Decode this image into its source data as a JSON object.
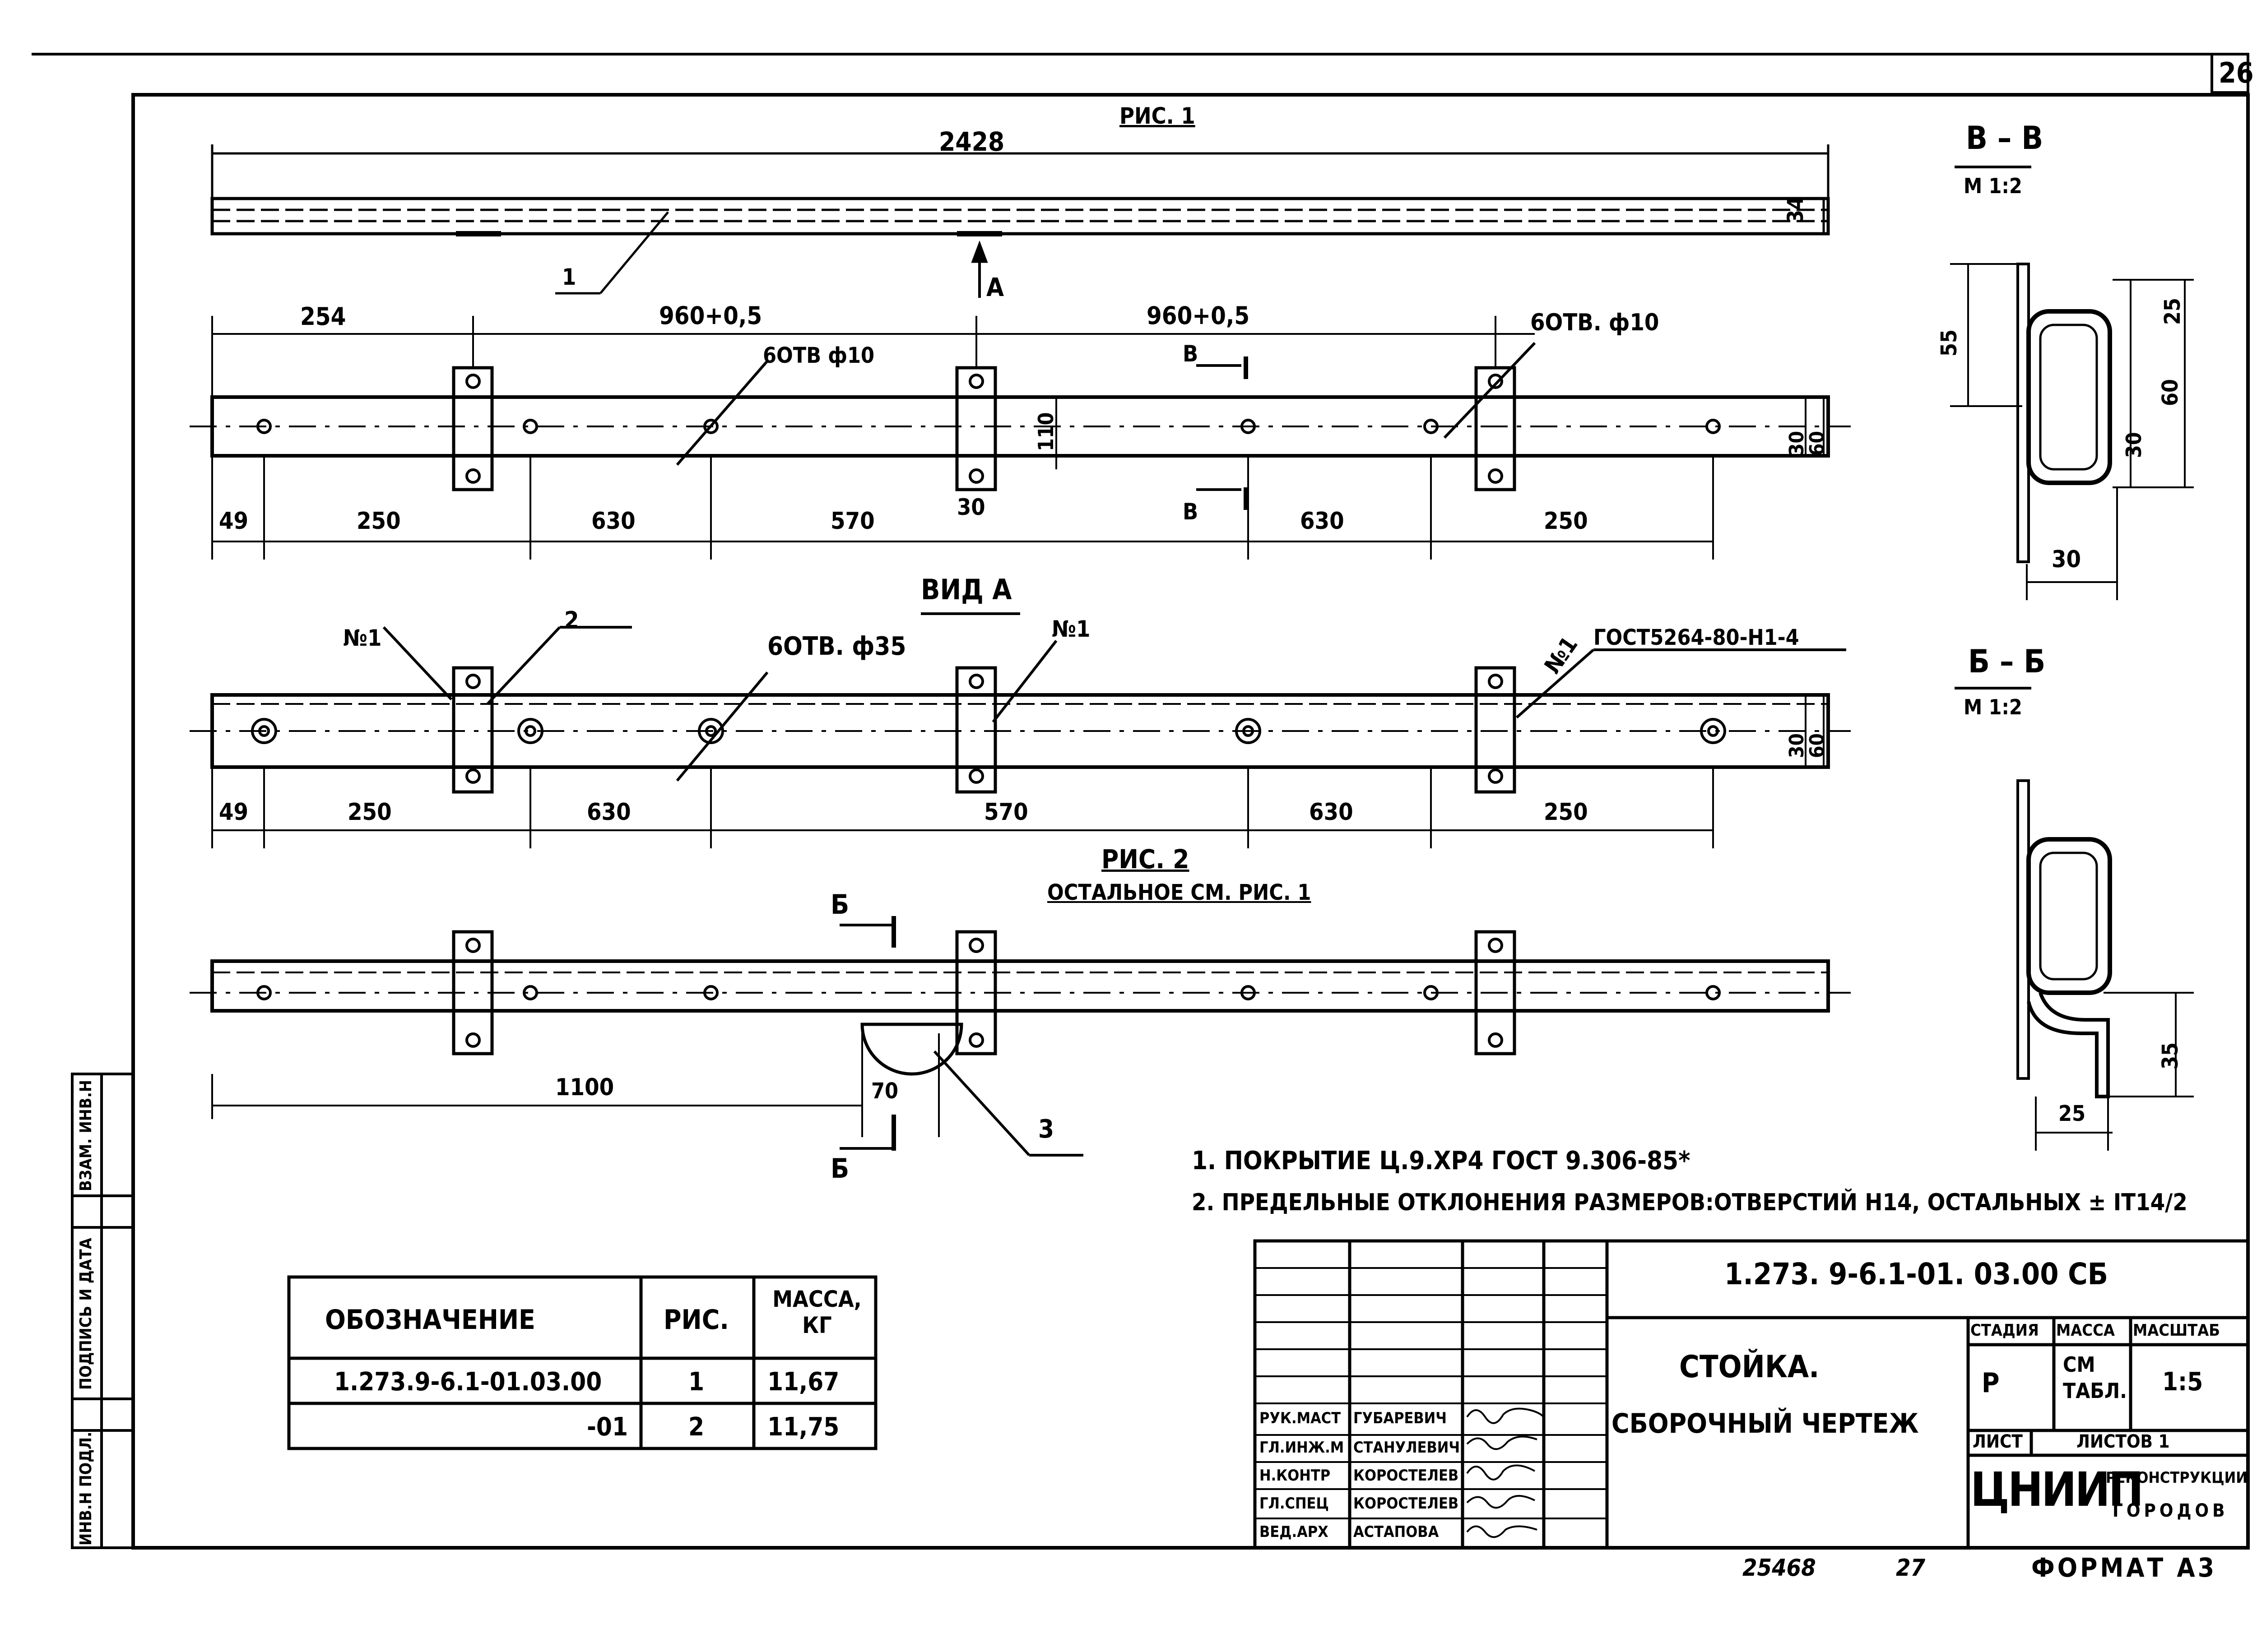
{
  "sheet": {
    "page_number": "26",
    "bottom_number_left": "25468",
    "bottom_number_mid": "27",
    "format": "ФОРМАТ А3"
  },
  "left_stamp": [
    "ИНВ.Н ПОДЛ.",
    "ПОДПИСЬ И ДАТА",
    "ВЗАМ. ИНВ.Н"
  ],
  "figure1": {
    "title": "РИС. 1",
    "overall_length": "2428",
    "height_dim": "34",
    "section_mark": "В",
    "view_mark": "А",
    "dims_top": [
      "254",
      "960+0,5",
      "960+0,5"
    ],
    "dims_bottom": [
      "49",
      "250",
      "630",
      "570",
      "30",
      "630",
      "250"
    ],
    "height_110": "110",
    "height_30": "30",
    "height_60": "60",
    "holes_note_1": "6ОТВ ф10",
    "holes_note_2": "6ОТВ. ф10",
    "callout_1": "1"
  },
  "view_a": {
    "title": "ВИД А",
    "holes_note": "6ОТВ. ф35",
    "weld_mark": "№1",
    "gost_note": "ГОСТ5264-80-Н1-4",
    "callout_2": "2",
    "dims_bottom": [
      "49",
      "250",
      "630",
      "570",
      "630",
      "250"
    ],
    "height_30": "30",
    "height_60": "60"
  },
  "figure2": {
    "title": "РИС. 2",
    "subtitle": "ОСТАЛЬНОЕ СМ. РИС. 1",
    "length_dim": "1100",
    "width_dim": "70",
    "section_mark": "Б",
    "callout_3": "3"
  },
  "section_vv": {
    "title": "В – В",
    "scale": "М 1:2",
    "dims": [
      "55",
      "25",
      "60",
      "30",
      "30"
    ]
  },
  "section_bb": {
    "title": "Б – Б",
    "scale": "М 1:2",
    "dims": [
      "35",
      "25"
    ]
  },
  "notes": [
    "1. ПОКРЫТИЕ Ц.9.ХР4 ГОСТ 9.306-85*",
    "2. ПРЕДЕЛЬНЫЕ ОТКЛОНЕНИЯ РАЗМЕРОВ:ОТВЕРСТИЙ Н14, ОСТАЛЬНЫХ ± IT14/2"
  ],
  "spec_table": {
    "headers": [
      "ОБОЗНАЧЕНИЕ",
      "РИС.",
      "МАССА, КГ"
    ],
    "rows": [
      [
        "1.273.9-6.1-01.03.00",
        "1",
        "11,67"
      ],
      [
        "-01",
        "2",
        "11,75"
      ]
    ]
  },
  "title_block": {
    "doc_code": "1.273. 9-6.1-01. 03.00 СБ",
    "title_line1": "СТОЙКА.",
    "title_line2": "СБОРОЧНЫЙ ЧЕРТЕЖ",
    "stage_header": "СТАДИЯ",
    "mass_header": "МАССА",
    "scale_header": "МАСШТАБ",
    "stage": "Р",
    "mass": "СМ ТАБЛ.",
    "scale": "1:5",
    "sheet_label": "ЛИСТ",
    "sheets_label": "ЛИСТОВ 1",
    "org_logo": "ЦНИИП",
    "org_line1": "РЕКОНСТРУКЦИИ",
    "org_line2": "ГОРОДОВ",
    "signatures": [
      {
        "role": "РУК.МАСТ",
        "name": "ГУБАРЕВИЧ"
      },
      {
        "role": "ГЛ.ИНЖ.М",
        "name": "СТАНУЛЕВИЧ"
      },
      {
        "role": "Н.КОНТР",
        "name": "КОРОСТЕЛЕВ"
      },
      {
        "role": "ГЛ.СПЕЦ",
        "name": "КОРОСТЕЛЕВ"
      },
      {
        "role": "ВЕД.АРХ",
        "name": "АСТАПОВА"
      }
    ]
  }
}
